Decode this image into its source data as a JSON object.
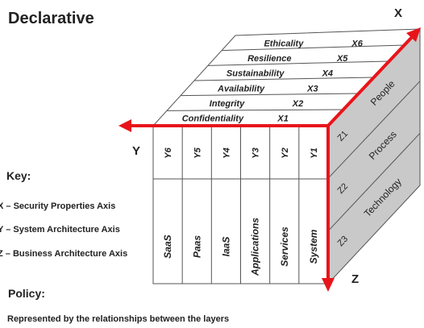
{
  "title": "Declarative",
  "axes": {
    "x": "X",
    "y": "Y",
    "z": "Z"
  },
  "key": {
    "title": "Key:",
    "items": [
      "X – Security Properties Axis",
      "Y – System Architecture Axis",
      "Z – Business Architecture Axis"
    ]
  },
  "policy": {
    "title": "Policy:",
    "text": "Represented by the relationships between the layers"
  },
  "x_layers": [
    {
      "label": "Confidentiality",
      "code": "X1"
    },
    {
      "label": "Integrity",
      "code": "X2"
    },
    {
      "label": "Availability",
      "code": "X3"
    },
    {
      "label": "Sustainability",
      "code": "X4"
    },
    {
      "label": "Resilience",
      "code": "X5"
    },
    {
      "label": "Ethicality",
      "code": "X6"
    }
  ],
  "y_layers": [
    {
      "code": "Y6",
      "label": "SaaS"
    },
    {
      "code": "Y5",
      "label": "Paas"
    },
    {
      "code": "Y4",
      "label": "IaaS"
    },
    {
      "code": "Y3",
      "label": "Applications"
    },
    {
      "code": "Y2",
      "label": "Services"
    },
    {
      "code": "Y1",
      "label": "System"
    }
  ],
  "z_layers": [
    {
      "code": "Z1",
      "label": "People"
    },
    {
      "code": "Z2",
      "label": "Process"
    },
    {
      "code": "Z3",
      "label": "Technology"
    }
  ],
  "colors": {
    "axis": "#e8141b",
    "side": "#c9c9c9",
    "line": "#555555"
  }
}
